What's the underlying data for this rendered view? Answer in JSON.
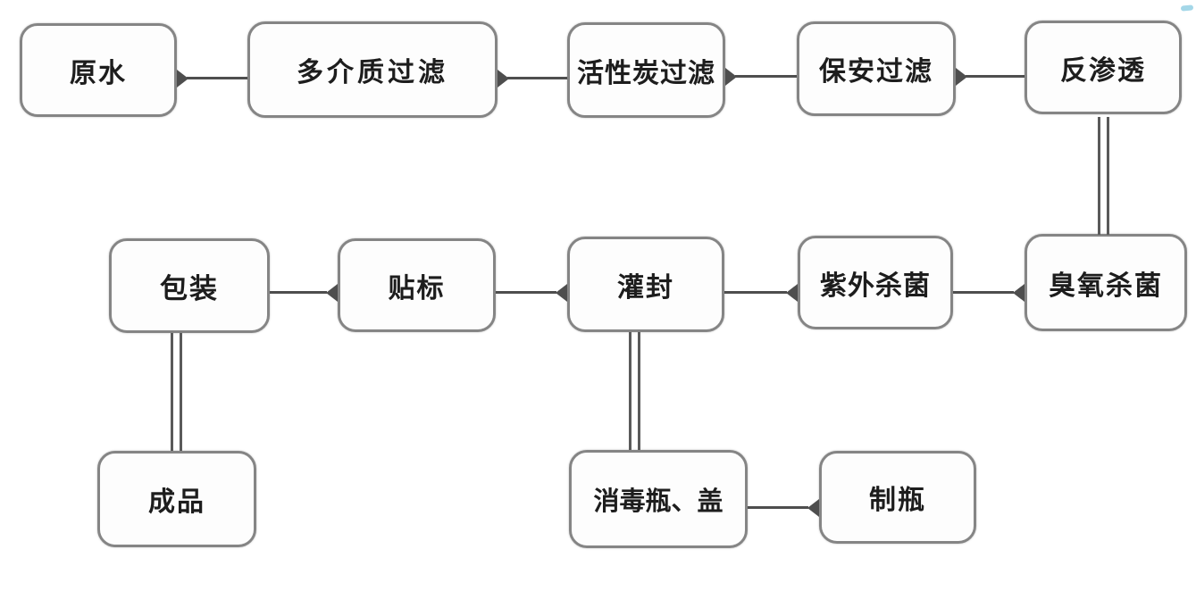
{
  "diagram_type": "flowchart",
  "language": "zh-CN",
  "nodes": {
    "raw_water": {
      "label": "原水"
    },
    "multimedia_filtration": {
      "label": "多介质过滤"
    },
    "activated_carbon_filtration": {
      "label": "活性炭过滤"
    },
    "security_filtration": {
      "label": "保安过滤"
    },
    "reverse_osmosis": {
      "label": "反渗透"
    },
    "ozone_sterilization": {
      "label": "臭氧杀菌"
    },
    "uv_sterilization": {
      "label": "紫外杀菌"
    },
    "filling_sealing": {
      "label": "灌封"
    },
    "labeling": {
      "label": "贴标"
    },
    "packaging": {
      "label": "包装"
    },
    "finished_product": {
      "label": "成品"
    },
    "bottle_cap_disinfection": {
      "label": "消毒瓶、盖"
    },
    "bottle_making": {
      "label": "制瓶"
    }
  },
  "edges": [
    {
      "from": "raw_water",
      "to": "multimedia_filtration",
      "style": "single-line-arrow"
    },
    {
      "from": "multimedia_filtration",
      "to": "activated_carbon_filtration",
      "style": "single-line-arrow"
    },
    {
      "from": "activated_carbon_filtration",
      "to": "security_filtration",
      "style": "single-line-arrow"
    },
    {
      "from": "security_filtration",
      "to": "reverse_osmosis",
      "style": "single-line-arrow"
    },
    {
      "from": "reverse_osmosis",
      "to": "ozone_sterilization",
      "style": "double-line"
    },
    {
      "from": "ozone_sterilization",
      "to": "uv_sterilization",
      "style": "single-line-arrow"
    },
    {
      "from": "uv_sterilization",
      "to": "filling_sealing",
      "style": "single-line-arrow"
    },
    {
      "from": "filling_sealing",
      "to": "labeling",
      "style": "single-line-arrow"
    },
    {
      "from": "labeling",
      "to": "packaging",
      "style": "single-line-arrow"
    },
    {
      "from": "packaging",
      "to": "finished_product",
      "style": "double-line"
    },
    {
      "from": "filling_sealing",
      "to": "bottle_cap_disinfection",
      "style": "double-line"
    },
    {
      "from": "bottle_making",
      "to": "bottle_cap_disinfection",
      "style": "single-line-arrow"
    }
  ],
  "colors": {
    "background": "#ffffff",
    "node_fill": "#fdfdfd",
    "node_border": "#858585",
    "connector": "#4e4e4e",
    "text": "#1d1d1d",
    "corner_artifact": "#a4d7e8"
  }
}
